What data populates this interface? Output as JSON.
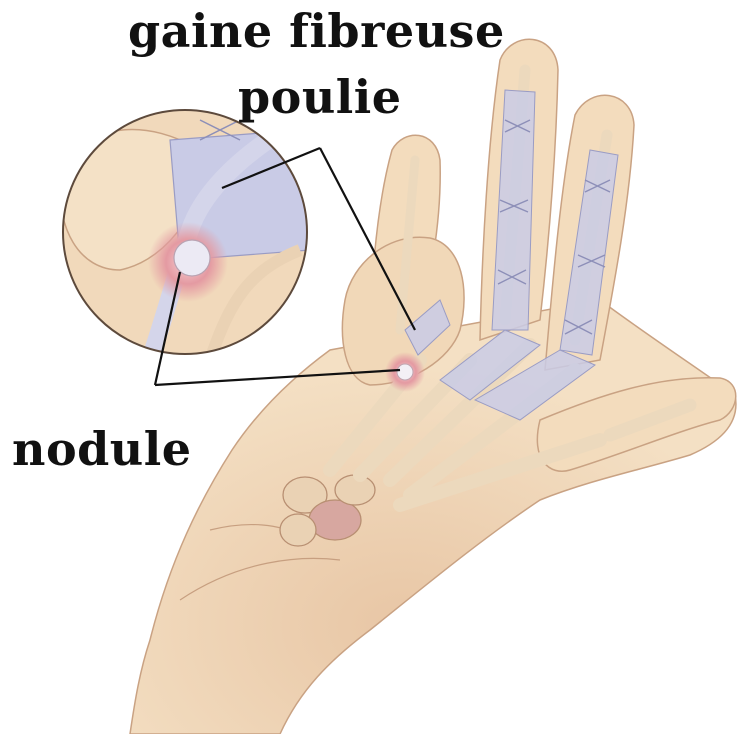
{
  "labels": {
    "sheath": "gaine fibreuse",
    "pulley": "poulie",
    "nodule": "nodule"
  },
  "colors": {
    "skin": "#f3dcbd",
    "skin_shadow": "#e2bf98",
    "bone": "#f0e0c6",
    "bone_outline": "#b88f72",
    "sheath": "#c9cbe6",
    "inflammation": "#d9838c",
    "leader_line": "#111111"
  }
}
